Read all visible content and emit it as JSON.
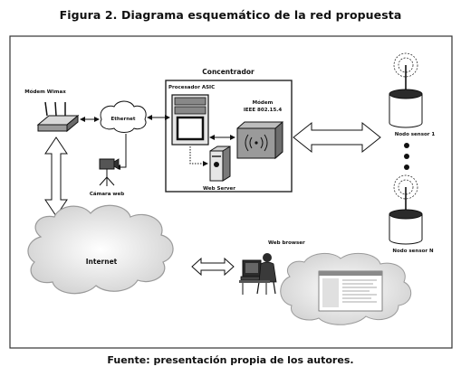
{
  "figure": {
    "title": "Figura 2. Diagrama esquemático de la red propuesta",
    "source": "Fuente: presentación propia de los autores."
  },
  "labels": {
    "concentrador": "Concentrador",
    "procesador": "Procesador ASIC",
    "modem_ieee_line1": "Módem",
    "modem_ieee_line2": "IEEE 802.15.4",
    "web_server": "Web Server",
    "modem_wimax": "Módem Wimax",
    "ethernet": "Ethernet",
    "camara_web": "Cámara web",
    "internet": "Internet",
    "web_browser": "Web browser",
    "nodo_sensor_1": "Nodo sensor 1",
    "nodo_sensor_n": "Nodo sensor N"
  },
  "colors": {
    "line": "#111111",
    "frame": "#333333",
    "cloud_fill": "#dcdcdc",
    "device_fill": "#bdbdbd",
    "dark_fill": "#2b2b2b"
  }
}
